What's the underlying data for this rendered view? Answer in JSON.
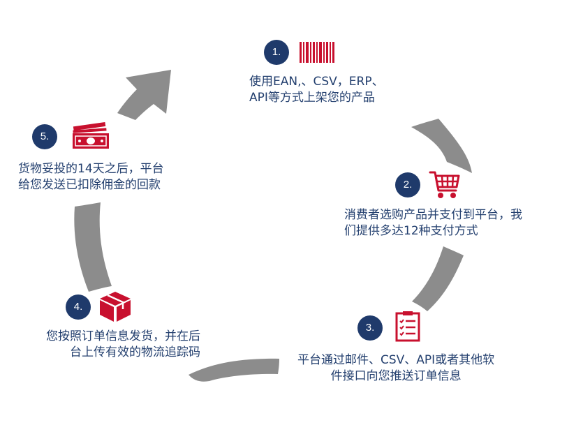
{
  "colors": {
    "arrow": "#8c8c8c",
    "badge": "#1f3a6b",
    "text": "#24406f",
    "icon": "#c8102e"
  },
  "steps": [
    {
      "number": "1.",
      "icon": "barcode-icon",
      "lines": [
        "使用EAN,、CSV，ERP、",
        "API等方式上架您的产品"
      ]
    },
    {
      "number": "2.",
      "icon": "shopping-cart-icon",
      "lines": [
        "消费者选购产品并支付到平台，我",
        "们提供多达12种支付方式"
      ]
    },
    {
      "number": "3.",
      "icon": "checklist-icon",
      "lines": [
        "平台通过邮件、CSV、API或者其他软",
        "件接口向您推送订单信息"
      ]
    },
    {
      "number": "4.",
      "icon": "package-box-icon",
      "lines": [
        "您按照订单信息发货，并在后",
        "台上传有效的物流追踪码"
      ]
    },
    {
      "number": "5.",
      "icon": "cash-icon",
      "lines": [
        "货物妥投的14天之后，平台",
        "给您发送已扣除佣金的回款"
      ]
    }
  ]
}
